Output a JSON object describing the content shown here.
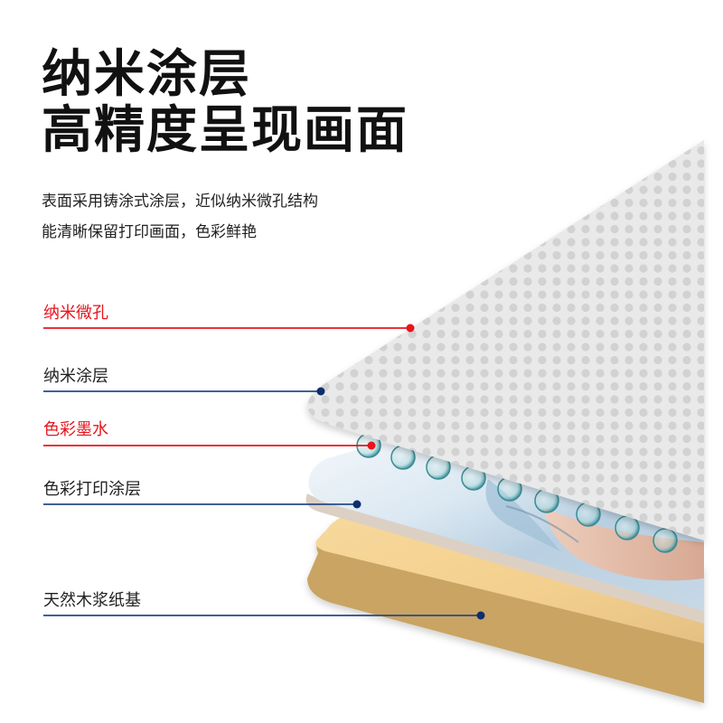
{
  "header": {
    "title_line1": "纳米涂层",
    "title_line2": "高精度呈现画面"
  },
  "description": {
    "line1": "表面采用铸涂式涂层，近似纳米微孔结构",
    "line2": "能清晰保留打印画面，色彩鲜艳"
  },
  "callouts": [
    {
      "label": "纳米微孔",
      "color": "#e8141c",
      "type": "red"
    },
    {
      "label": "纳米涂层",
      "color": "#1f3f7a",
      "type": "navy"
    },
    {
      "label": "色彩墨水",
      "color": "#e8141c",
      "type": "red"
    },
    {
      "label": "色彩打印涂层",
      "color": "#1f3f7a",
      "type": "navy"
    },
    {
      "label": "天然木浆纸基",
      "color": "#1f3f7a",
      "type": "navy"
    }
  ],
  "colors": {
    "accent_red": "#e8141c",
    "accent_navy": "#0d2f6e",
    "coating_gray": "#e6e6e6",
    "dot_gray": "#d0d0d0",
    "paper_base_top": "#f5d496",
    "paper_base_side": "#c9a464",
    "print_layer_edge": "#dcd0c4"
  },
  "layers": [
    "nano-microporous-coating",
    "color-ink-droplets",
    "color-printing-layer",
    "natural-wood-pulp-base"
  ]
}
